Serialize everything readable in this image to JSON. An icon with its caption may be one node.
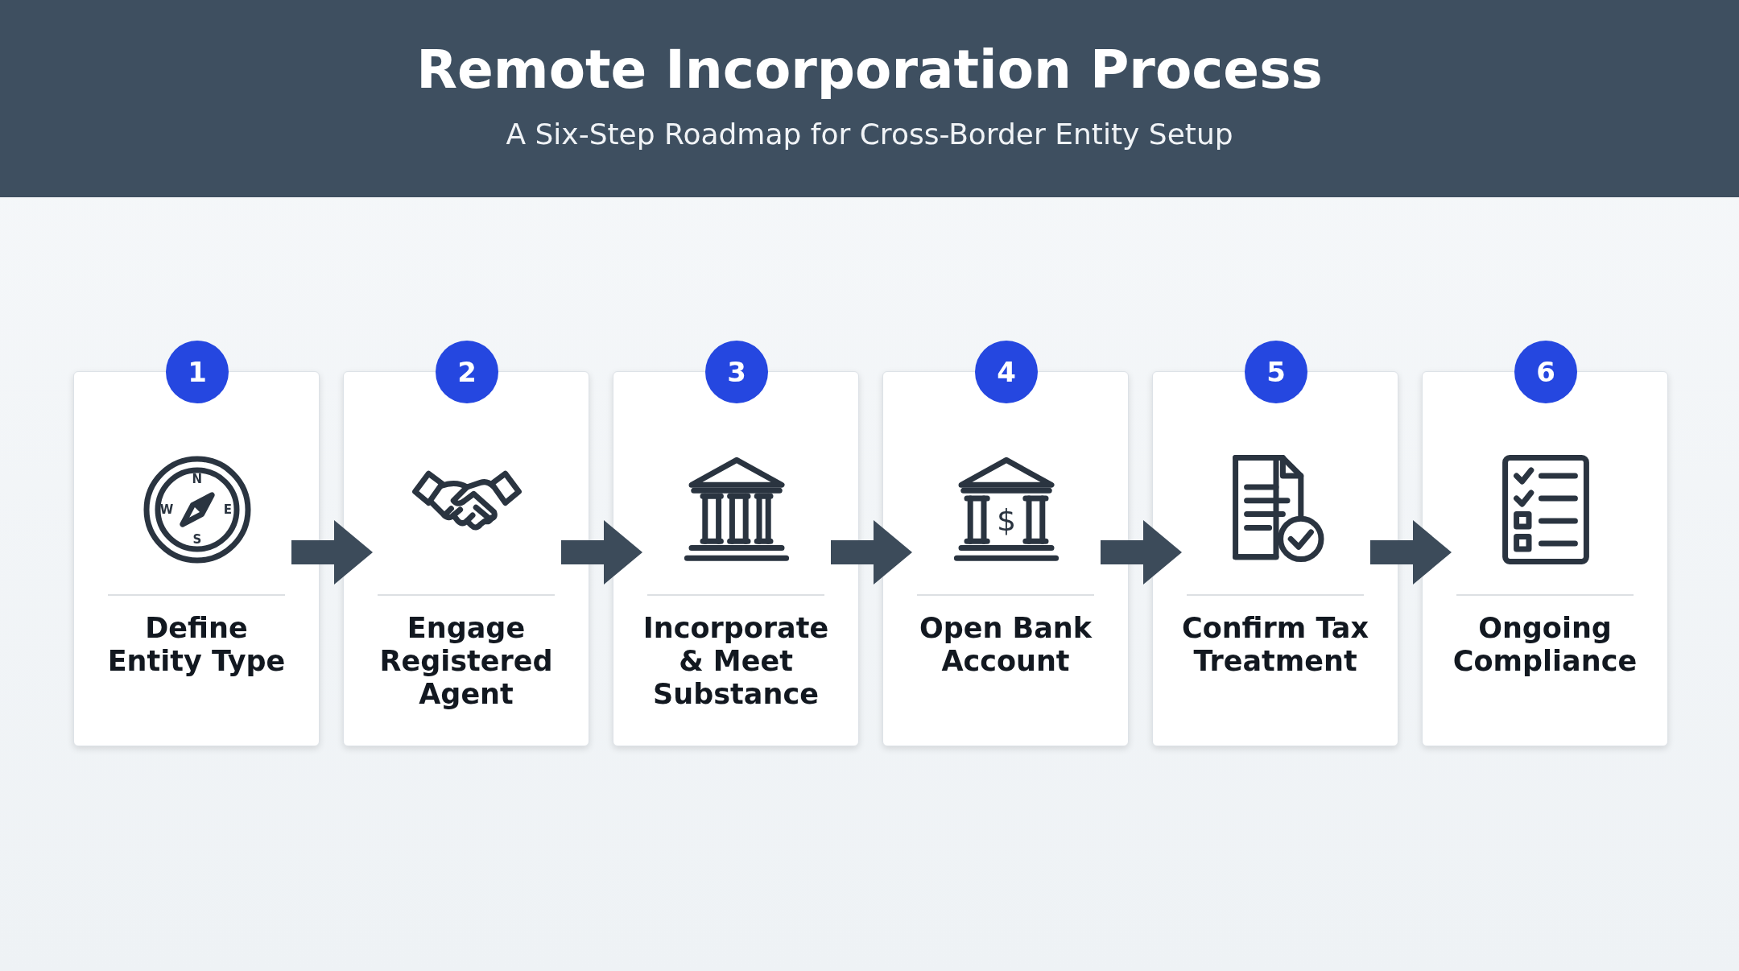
{
  "diagram": {
    "title": "Remote Incorporation Process",
    "caption": "A Six-Step Roadmap for Cross-Border Entity Setup",
    "nodes": [
      {
        "text": [
          "1",
          "Define Entity Type"
        ]
      },
      {
        "text": [
          "2",
          "Engage Registered Agent"
        ]
      },
      {
        "text": [
          "3",
          "Incorporate & Meet Substance"
        ]
      },
      {
        "text": [
          "4",
          "Open Bank Account"
        ]
      },
      {
        "text": [
          "5",
          "Confirm Tax Treatment"
        ]
      },
      {
        "text": [
          "6",
          "Ongoing Compliance"
        ]
      }
    ],
    "edges": [
      {
        "from": 0,
        "to": 1,
        "arrow": "to"
      },
      {
        "from": 1,
        "to": 2,
        "arrow": "to"
      },
      {
        "from": 2,
        "to": 3,
        "arrow": "to"
      },
      {
        "from": 3,
        "to": 4,
        "arrow": "to"
      },
      {
        "from": 4,
        "to": 5,
        "arrow": "to"
      }
    ],
    "labels": [
      "N",
      "W",
      "E",
      "S",
      "$"
    ]
  }
}
